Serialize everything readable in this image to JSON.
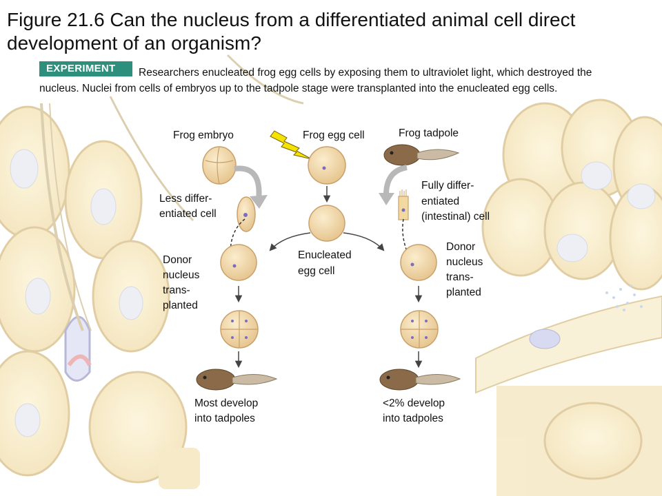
{
  "figure": {
    "title": "Figure 21.6 Can the nucleus from a differentiated animal cell direct development of an organism?",
    "experiment_badge": "EXPERIMENT",
    "experiment_text": "Researchers enucleated frog egg cells by exposing them to ultraviolet light, which destroyed the nucleus. Nuclei from cells of embryos up to the tadpole stage were transplanted into the enucleated egg cells."
  },
  "labels": {
    "frog_embryo": "Frog embryo",
    "frog_egg_cell": "Frog egg cell",
    "frog_tadpole": "Frog tadpole",
    "less_diff_1": "Less differ-",
    "less_diff_2": "entiated cell",
    "fully_diff_1": "Fully differ-",
    "fully_diff_2": "entiated",
    "fully_diff_3": "(intestinal) cell",
    "enucleated_1": "Enucleated",
    "enucleated_2": "egg cell",
    "donor_left_1": "Donor",
    "donor_left_2": "nucleus",
    "donor_left_3": "trans-",
    "donor_left_4": "planted",
    "donor_right_1": "Donor",
    "donor_right_2": "nucleus",
    "donor_right_3": "trans-",
    "donor_right_4": "planted",
    "result_left_1": "Most develop",
    "result_left_2": "into tadpoles",
    "result_right_1": "<2% develop",
    "result_right_2": "into tadpoles"
  },
  "colors": {
    "background_cell": "#f3dc95",
    "background_cell_edge": "#c9a55a",
    "cell_fill": "#f2d9a0",
    "cell_edge": "#c9a06a",
    "nucleus": "#7b6cc2",
    "tadpole": "#8a6a48",
    "lightning": "#f2e400",
    "badge": "#2f8f7d",
    "arrow": "#444444",
    "curve_arrow": "#b8b8b8"
  }
}
